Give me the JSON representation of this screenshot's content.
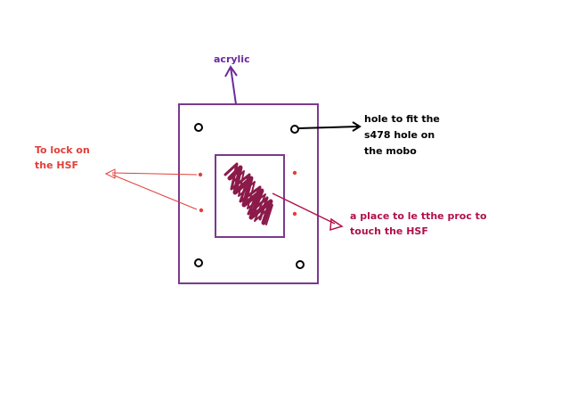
{
  "labels": {
    "acrylic": "acrylic",
    "hole_line1": "hole to fit the",
    "hole_line2": "s478 hole on",
    "hole_line3": "the mobo",
    "lock_line1": "To lock on",
    "lock_line2": "the HSF",
    "proc_line1": "a place to le tthe proc to",
    "proc_line2": "touch the HSF"
  },
  "colors": {
    "plate": "#7b3a8c",
    "acrylic": "#6a2a9e",
    "hole_label": "#000000",
    "lock_label": "#e0403a",
    "proc_label": "#b0104a",
    "zigzag": "#8b1a4a",
    "background": "#ffffff"
  }
}
